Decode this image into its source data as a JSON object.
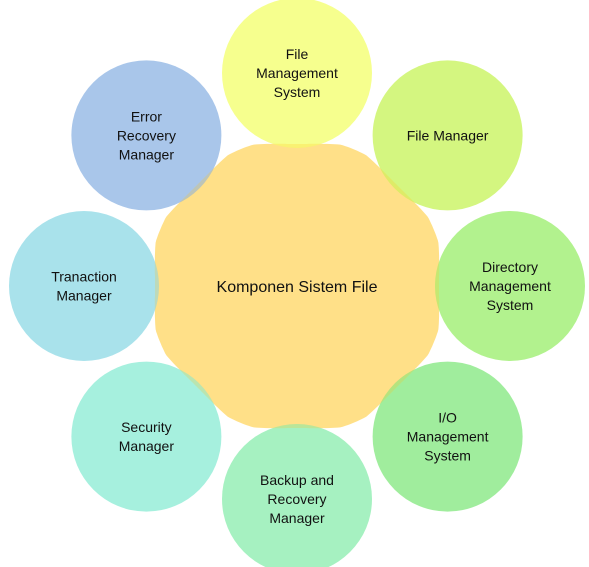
{
  "diagram": {
    "center": {
      "label": "Komponen Sistem File",
      "color": "#FFD45A"
    },
    "nodes": [
      {
        "id": "file-management-system",
        "lines": [
          "File",
          "Management",
          "System"
        ],
        "color": "#F5FF7A"
      },
      {
        "id": "file-manager",
        "lines": [
          "File Manager"
        ],
        "color": "#CCF56A"
      },
      {
        "id": "directory-management-system",
        "lines": [
          "Directory",
          "Management",
          "System"
        ],
        "color": "#A5F07A"
      },
      {
        "id": "io-management-system",
        "lines": [
          "I/O",
          "Management",
          "System"
        ],
        "color": "#8FEA8C"
      },
      {
        "id": "backup-and-recovery-manager",
        "lines": [
          "Backup and",
          "Recovery",
          "Manager"
        ],
        "color": "#96EFB6"
      },
      {
        "id": "security-manager",
        "lines": [
          "Security",
          "Manager"
        ],
        "color": "#96EDD8"
      },
      {
        "id": "tranaction-manager",
        "lines": [
          "Tranaction",
          "Manager"
        ],
        "color": "#9ADDE8"
      },
      {
        "id": "error-recovery-manager",
        "lines": [
          "Error",
          "Recovery",
          "Manager"
        ],
        "color": "#9ABCE6"
      }
    ]
  }
}
